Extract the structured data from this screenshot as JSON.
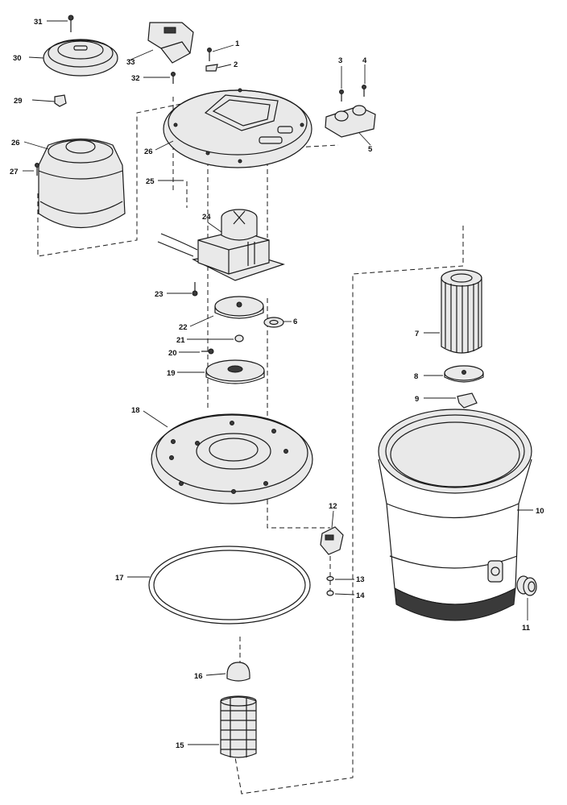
{
  "callouts": [
    {
      "id": "1",
      "label": "1"
    },
    {
      "id": "2",
      "label": "2"
    },
    {
      "id": "3",
      "label": "3"
    },
    {
      "id": "4",
      "label": "4"
    },
    {
      "id": "5",
      "label": "5"
    },
    {
      "id": "6",
      "label": "6"
    },
    {
      "id": "7",
      "label": "7"
    },
    {
      "id": "8",
      "label": "8"
    },
    {
      "id": "9",
      "label": "9"
    },
    {
      "id": "10",
      "label": "10"
    },
    {
      "id": "11",
      "label": "11"
    },
    {
      "id": "12",
      "label": "12"
    },
    {
      "id": "13",
      "label": "13"
    },
    {
      "id": "14",
      "label": "14"
    },
    {
      "id": "15",
      "label": "15"
    },
    {
      "id": "16",
      "label": "16"
    },
    {
      "id": "17",
      "label": "17"
    },
    {
      "id": "18",
      "label": "18"
    },
    {
      "id": "19",
      "label": "19"
    },
    {
      "id": "20",
      "label": "20"
    },
    {
      "id": "21",
      "label": "21"
    },
    {
      "id": "22",
      "label": "22"
    },
    {
      "id": "23",
      "label": "23"
    },
    {
      "id": "24",
      "label": "24"
    },
    {
      "id": "25",
      "label": "25"
    },
    {
      "id": "26a",
      "label": "26"
    },
    {
      "id": "26b",
      "label": "26"
    },
    {
      "id": "27",
      "label": "27"
    },
    {
      "id": "29",
      "label": "29"
    },
    {
      "id": "30",
      "label": "30"
    },
    {
      "id": "31",
      "label": "31"
    },
    {
      "id": "32",
      "label": "32"
    },
    {
      "id": "33",
      "label": "33"
    }
  ]
}
